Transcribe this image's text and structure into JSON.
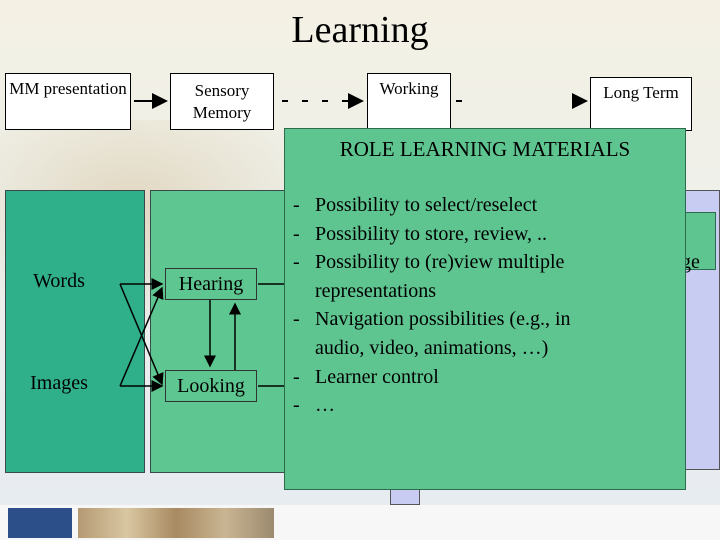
{
  "title": "Learning",
  "stages": {
    "mm_presentation": "MM presentation",
    "sensory_memory": "Sensory Memory",
    "working": "Working",
    "long_term": "Long Term"
  },
  "row_labels": {
    "words": "Words",
    "images": "Images",
    "hearing": "Hearing",
    "looking": "Looking",
    "partial_right": "ge"
  },
  "overlay": {
    "title": "ROLE LEARNING MATERIALS",
    "items": [
      {
        "dash": "-",
        "text": "Possibility to select/reselect"
      },
      {
        "dash": "-",
        "text": "Possibility to store, review, .."
      },
      {
        "dash": "-",
        "text": "Possibility to (re)view multiple"
      },
      {
        "dash": "",
        "text": "representations"
      },
      {
        "dash": "-",
        "text": "Navigation possibilities (e.g., in"
      },
      {
        "dash": "",
        "text": "audio, video, animations, …)"
      },
      {
        "dash": "-",
        "text": "Learner control"
      },
      {
        "dash": "-",
        "text": "…"
      }
    ]
  },
  "colors": {
    "panel_teal": "#2fb08a",
    "overlay_green": "#5ec490",
    "lavender": "#c9ccf2"
  }
}
